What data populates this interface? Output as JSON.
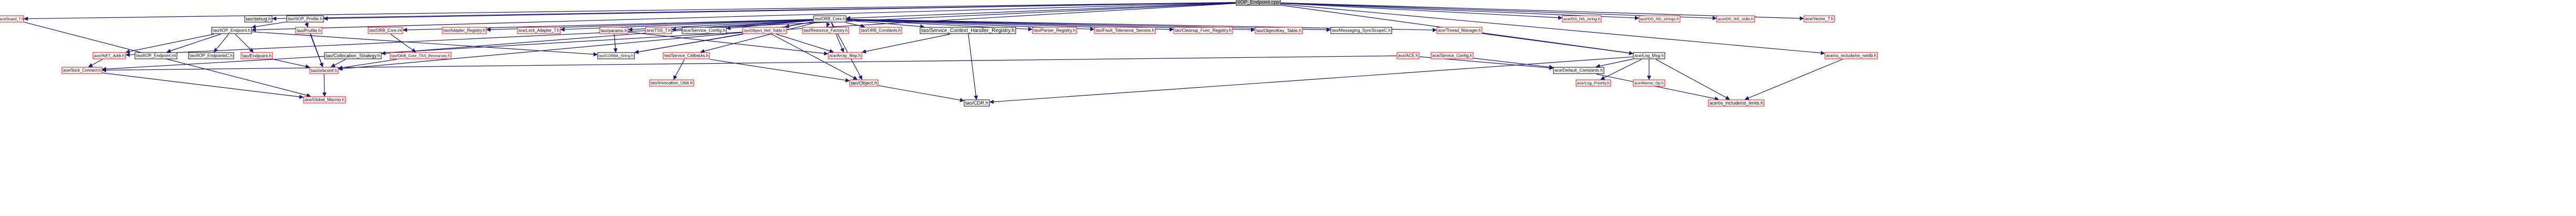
{
  "colors": {
    "edge": "#191970",
    "node_border_internal": "#000000",
    "node_border_external": "#ff0000",
    "node_fill": "#ffffff",
    "root_fill": "#bfbfbf",
    "text": "#000000"
  },
  "nodes": [
    {
      "id": "n_root",
      "label": "IIOP_Endpoint.cpp",
      "kind": "root"
    },
    {
      "id": "n_guard",
      "label": "ace/Guard_T.h",
      "kind": "external"
    },
    {
      "id": "n_debug",
      "label": "tao/debug.h",
      "kind": "internal"
    },
    {
      "id": "n_iiop_profile",
      "label": "tao/IIOP_Profile.h",
      "kind": "internal"
    },
    {
      "id": "n_orb_core",
      "label": "tao/ORB_Core.h",
      "kind": "internal"
    },
    {
      "id": "n_os_ns_string",
      "label": "ace/OS_NS_string.h",
      "kind": "external"
    },
    {
      "id": "n_os_ns_strings",
      "label": "ace/OS_NS_strings.h",
      "kind": "external"
    },
    {
      "id": "n_os_ns_stdio",
      "label": "ace/OS_NS_stdio.h",
      "kind": "external"
    },
    {
      "id": "n_vector",
      "label": "ace/Vector_T.h",
      "kind": "external"
    },
    {
      "id": "n_iiop_endpoint",
      "label": "tao/IIOP_Endpoint.h",
      "kind": "internal"
    },
    {
      "id": "n_profile",
      "label": "tao/Profile.h",
      "kind": "external"
    },
    {
      "id": "n_orb_core_inl",
      "label": "tao/ORB_Core.inl",
      "kind": "external"
    },
    {
      "id": "n_adapter_registry",
      "label": "tao/Adapter_Registry.h",
      "kind": "external"
    },
    {
      "id": "n_lock_adapter",
      "label": "ace/Lock_Adapter_T.h",
      "kind": "external"
    },
    {
      "id": "n_params",
      "label": "tao/params.h",
      "kind": "external"
    },
    {
      "id": "n_tss",
      "label": "ace/TSS_T.h",
      "kind": "external"
    },
    {
      "id": "n_service_config_h",
      "label": "ace/Service_Config.h",
      "kind": "internal"
    },
    {
      "id": "n_object_ref_table",
      "label": "tao/Object_Ref_Table.h",
      "kind": "external"
    },
    {
      "id": "n_resource_factory",
      "label": "tao/Resource_Factory.h",
      "kind": "external"
    },
    {
      "id": "n_orb_constants",
      "label": "tao/ORB_Constants.h",
      "kind": "external"
    },
    {
      "id": "n_scch_registry",
      "label": "tao/Service_Context_Handler_Registry.h",
      "kind": "internal"
    },
    {
      "id": "n_parser_registry",
      "label": "tao/Parser_Registry.h",
      "kind": "external"
    },
    {
      "id": "n_fault_tolerance",
      "label": "tao/Fault_Tolerance_Service.h",
      "kind": "external"
    },
    {
      "id": "n_cleanup_func",
      "label": "tao/Cleanup_Func_Registry.h",
      "kind": "external"
    },
    {
      "id": "n_objectkey_table",
      "label": "tao/ObjectKey_Table.h",
      "kind": "external"
    },
    {
      "id": "n_messaging_syncscope",
      "label": "tao/Messaging_SyncScopeC.h",
      "kind": "internal"
    },
    {
      "id": "n_thread_manager",
      "label": "ace/Thread_Manager.h",
      "kind": "external"
    },
    {
      "id": "n_inet_addr",
      "label": "ace/INET_Addr.h",
      "kind": "external"
    },
    {
      "id": "n_iiop_endpoint_inl",
      "label": "tao/IIOP_Endpoint.inl",
      "kind": "internal"
    },
    {
      "id": "n_iiop_endpointsc",
      "label": "tao/IIOP_EndpointsC.h",
      "kind": "internal"
    },
    {
      "id": "n_endpoint",
      "label": "tao/Endpoint.h",
      "kind": "external"
    },
    {
      "id": "n_collocation_strategy",
      "label": "tao/Collocation_Strategy.h",
      "kind": "internal"
    },
    {
      "id": "n_orb_core_tss",
      "label": "tao/ORB_Core_TSS_Resources.h",
      "kind": "external"
    },
    {
      "id": "n_corba_string",
      "label": "tao/CORBA_String.h",
      "kind": "internal"
    },
    {
      "id": "n_service_callbacks",
      "label": "tao/Service_Callbacks.h",
      "kind": "external"
    },
    {
      "id": "n_array_map",
      "label": "ace/Array_Map.h",
      "kind": "external"
    },
    {
      "id": "n_ace_h",
      "label": "ace/ACE.h",
      "kind": "external"
    },
    {
      "id": "n_service_config_red",
      "label": "ace/Service_Config.h",
      "kind": "external"
    },
    {
      "id": "n_log_msg",
      "label": "ace/Log_Msg.h",
      "kind": "internal"
    },
    {
      "id": "n_os_include_netdb",
      "label": "ace/os_include/os_netdb.h",
      "kind": "external"
    },
    {
      "id": "n_sock_connect",
      "label": "ace/Sock_Connect.h",
      "kind": "external"
    },
    {
      "id": "n_orbconf",
      "label": "tao/orbconf.h",
      "kind": "external"
    },
    {
      "id": "n_invocation_utils",
      "label": "tao/Invocation_Utils.h",
      "kind": "external"
    },
    {
      "id": "n_object",
      "label": "tao/Object.h",
      "kind": "external"
    },
    {
      "id": "n_default_constants",
      "label": "ace/Default_Constants.h",
      "kind": "internal"
    },
    {
      "id": "n_log_priority",
      "label": "ace/Log_Priority.h",
      "kind": "external"
    },
    {
      "id": "n_atomic_op",
      "label": "ace/Atomic_Op.h",
      "kind": "external"
    },
    {
      "id": "n_global_macros",
      "label": "ace/Global_Macros.h",
      "kind": "external"
    },
    {
      "id": "n_cdr",
      "label": "tao/CDR.h",
      "kind": "internal"
    },
    {
      "id": "n_os_include_limits",
      "label": "ace/os_include/os_limits.h",
      "kind": "external"
    }
  ],
  "edges": [
    [
      "n_root",
      "n_guard"
    ],
    [
      "n_root",
      "n_debug"
    ],
    [
      "n_root",
      "n_iiop_profile"
    ],
    [
      "n_root",
      "n_orb_core"
    ],
    [
      "n_root",
      "n_os_ns_string"
    ],
    [
      "n_root",
      "n_os_ns_strings"
    ],
    [
      "n_root",
      "n_os_ns_stdio"
    ],
    [
      "n_root",
      "n_vector"
    ],
    [
      "n_root",
      "n_iiop_endpoint"
    ],
    [
      "n_root",
      "n_inet_addr"
    ],
    [
      "n_root",
      "n_sock_connect"
    ],
    [
      "n_root",
      "n_log_msg"
    ],
    [
      "n_root",
      "n_os_include_netdb"
    ],
    [
      "n_guard",
      "n_global_macros"
    ],
    [
      "n_iiop_profile",
      "n_iiop_endpoint"
    ],
    [
      "n_iiop_profile",
      "n_profile"
    ],
    [
      "n_iiop_profile",
      "n_orbconf"
    ],
    [
      "n_orb_core",
      "n_orb_core_inl"
    ],
    [
      "n_orb_core",
      "n_adapter_registry"
    ],
    [
      "n_orb_core",
      "n_lock_adapter"
    ],
    [
      "n_orb_core",
      "n_params"
    ],
    [
      "n_orb_core",
      "n_tss"
    ],
    [
      "n_orb_core",
      "n_service_config_h"
    ],
    [
      "n_orb_core",
      "n_object_ref_table"
    ],
    [
      "n_orb_core",
      "n_resource_factory"
    ],
    [
      "n_orb_core",
      "n_orb_constants"
    ],
    [
      "n_orb_core",
      "n_scch_registry"
    ],
    [
      "n_orb_core",
      "n_parser_registry"
    ],
    [
      "n_orb_core",
      "n_fault_tolerance"
    ],
    [
      "n_orb_core",
      "n_cleanup_func"
    ],
    [
      "n_orb_core",
      "n_objectkey_table"
    ],
    [
      "n_orb_core",
      "n_messaging_syncscope"
    ],
    [
      "n_orb_core",
      "n_thread_manager"
    ],
    [
      "n_orb_core",
      "n_collocation_strategy"
    ],
    [
      "n_orb_core",
      "n_service_callbacks"
    ],
    [
      "n_orb_core",
      "n_array_map"
    ],
    [
      "n_orb_core",
      "n_object"
    ],
    [
      "n_orb_core",
      "n_corba_string"
    ],
    [
      "n_iiop_endpoint",
      "n_inet_addr"
    ],
    [
      "n_iiop_endpoint",
      "n_iiop_endpoint_inl"
    ],
    [
      "n_iiop_endpoint",
      "n_iiop_endpointsc"
    ],
    [
      "n_iiop_endpoint",
      "n_endpoint"
    ],
    [
      "n_iiop_endpoint",
      "n_corba_string"
    ],
    [
      "n_profile",
      "n_orbconf"
    ],
    [
      "n_orb_core_inl",
      "n_orb_core_tss"
    ],
    [
      "n_orb_core_tss",
      "n_orbconf"
    ],
    [
      "n_params",
      "n_corba_string"
    ],
    [
      "n_params",
      "n_array_map"
    ],
    [
      "n_object_ref_table",
      "n_corba_string"
    ],
    [
      "n_object_ref_table",
      "n_array_map"
    ],
    [
      "n_object_ref_table",
      "n_orbconf"
    ],
    [
      "n_object_ref_table",
      "n_object"
    ],
    [
      "n_scch_registry",
      "n_array_map"
    ],
    [
      "n_scch_registry",
      "n_cdr"
    ],
    [
      "n_thread_manager",
      "n_log_msg"
    ],
    [
      "n_endpoint",
      "n_orbconf"
    ],
    [
      "n_service_callbacks",
      "n_invocation_utils"
    ],
    [
      "n_service_callbacks",
      "n_object"
    ],
    [
      "n_collocation_strategy",
      "n_orbconf"
    ],
    [
      "n_inet_addr",
      "n_sock_connect"
    ],
    [
      "n_ace_h",
      "n_sock_connect"
    ],
    [
      "n_ace_h",
      "n_default_constants"
    ],
    [
      "n_service_config_red",
      "n_default_constants"
    ],
    [
      "n_log_msg",
      "n_default_constants"
    ],
    [
      "n_log_msg",
      "n_log_priority"
    ],
    [
      "n_log_msg",
      "n_atomic_op"
    ],
    [
      "n_log_msg",
      "n_os_include_limits"
    ],
    [
      "n_log_msg",
      "n_cdr"
    ],
    [
      "n_os_include_netdb",
      "n_os_include_limits"
    ],
    [
      "n_orbconf",
      "n_global_macros"
    ],
    [
      "n_sock_connect",
      "n_global_macros"
    ],
    [
      "n_object",
      "n_cdr"
    ],
    [
      "n_default_constants",
      "n_os_include_limits"
    ]
  ]
}
